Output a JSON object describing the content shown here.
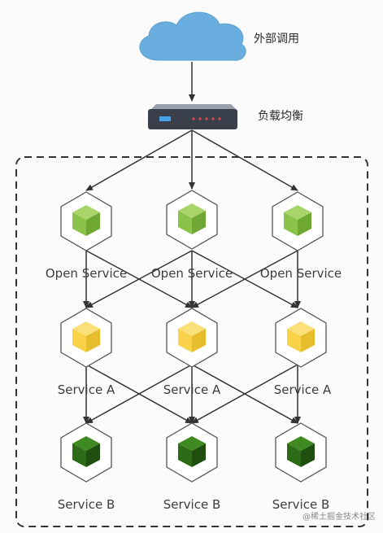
{
  "external_call_label": "外部调用",
  "load_balancer_label": "负载均衡",
  "nodes": {
    "open_service": "Open Service",
    "service_a": "Service A",
    "service_b": "Service B"
  },
  "colors": {
    "cloud": "#6aaee0",
    "open_service_cube": "#8bc34a",
    "service_a_cube": "#f8d34a",
    "service_b_cube": "#2e6b17",
    "hexagon_stroke": "#555555",
    "arrow": "#333333",
    "dashed_border": "#333333"
  },
  "icons": {
    "cloud": "cloud-icon",
    "load_balancer": "router-icon",
    "service_node": "cube-icon"
  },
  "watermark": "@稀土掘金技术社区"
}
